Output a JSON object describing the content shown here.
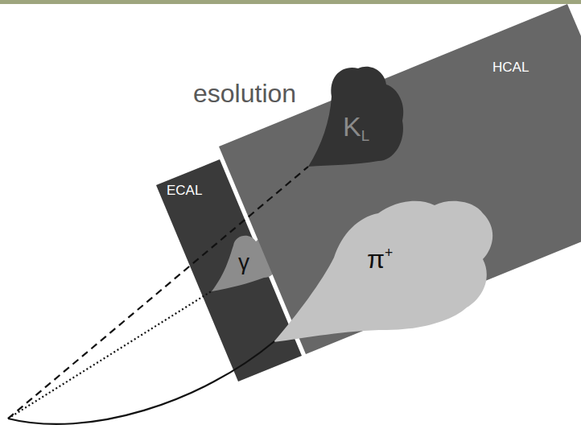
{
  "diagram": {
    "nodes": [
      {
        "text": [
          "ECAL"
        ]
      },
      {
        "text": [
          "HCAL"
        ]
      },
      {
        "text": [
          "K",
          "L"
        ],
        "in": 1
      },
      {
        "text": [
          "γ"
        ],
        "in": 0
      },
      {
        "text": [
          "π",
          "+"
        ]
      }
    ],
    "edges": [],
    "labels": [
      "esolution"
    ]
  }
}
